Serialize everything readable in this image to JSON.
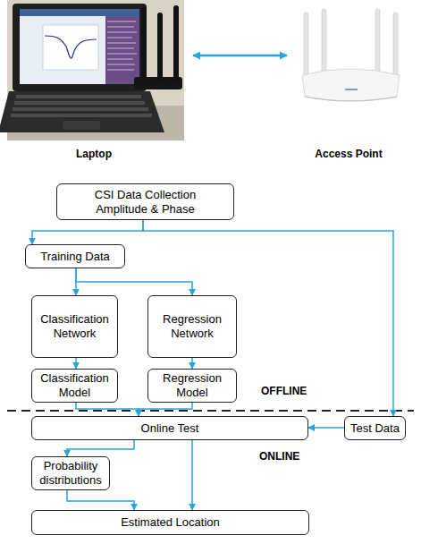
{
  "diagram": {
    "nodes": [
      {
        "text": [
          "CSI Data Collection Amplitude & Phase"
        ]
      },
      {
        "text": [
          "Training Data"
        ]
      },
      {
        "text": [
          "Classification Network"
        ]
      },
      {
        "text": [
          "Regression Network"
        ]
      },
      {
        "text": [
          "Classification Model"
        ]
      },
      {
        "text": [
          "Regression Model"
        ]
      },
      {
        "text": [
          "Online Test"
        ]
      },
      {
        "text": [
          "Test Data"
        ]
      },
      {
        "text": [
          "Probability distributions"
        ]
      },
      {
        "text": [
          "Estimated Location"
        ]
      }
    ],
    "edges": [
      {
        "from": 0,
        "to": 1,
        "arrow": "to"
      },
      {
        "from": 0,
        "to": 7,
        "arrow": "to"
      },
      {
        "from": 1,
        "to": 2,
        "arrow": "to"
      },
      {
        "from": 1,
        "to": 3,
        "arrow": "to"
      },
      {
        "from": 2,
        "to": 4,
        "arrow": "to"
      },
      {
        "from": 3,
        "to": 5,
        "arrow": "to"
      },
      {
        "from": 4,
        "to": 6,
        "arrow": "to"
      },
      {
        "from": 5,
        "to": 6,
        "arrow": "to"
      },
      {
        "from": 7,
        "to": 6,
        "arrow": "to"
      },
      {
        "from": 6,
        "to": 8,
        "arrow": "to"
      },
      {
        "from": 6,
        "to": 9,
        "arrow": "to"
      },
      {
        "from": 8,
        "to": 9,
        "arrow": "to"
      }
    ],
    "labels": [
      "Laptop",
      "Access Point",
      "OFFLINE",
      "ONLINE"
    ]
  }
}
